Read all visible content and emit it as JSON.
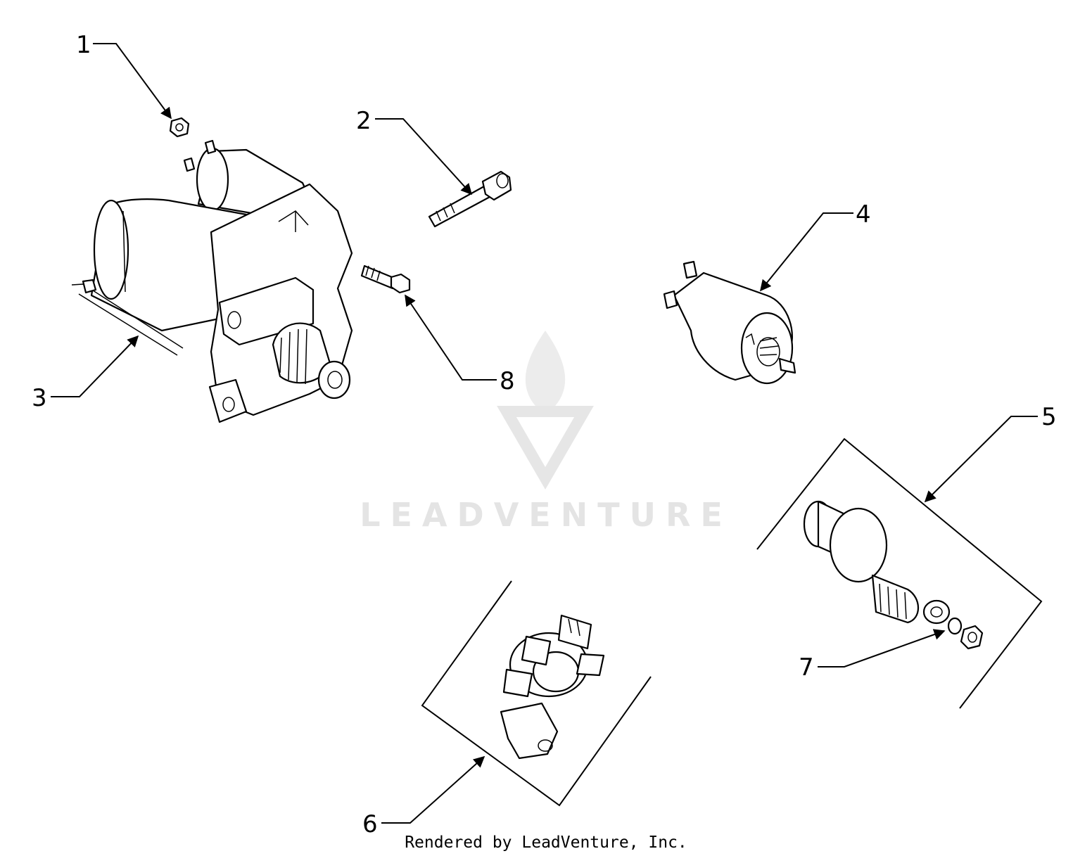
{
  "watermark": {
    "text": "LEADVENTURE"
  },
  "footer": {
    "text": "Rendered by LeadVenture, Inc."
  },
  "callouts": {
    "c1": "1",
    "c2": "2",
    "c3": "3",
    "c4": "4",
    "c5": "5",
    "c6": "6",
    "c7": "7",
    "c8": "8"
  }
}
